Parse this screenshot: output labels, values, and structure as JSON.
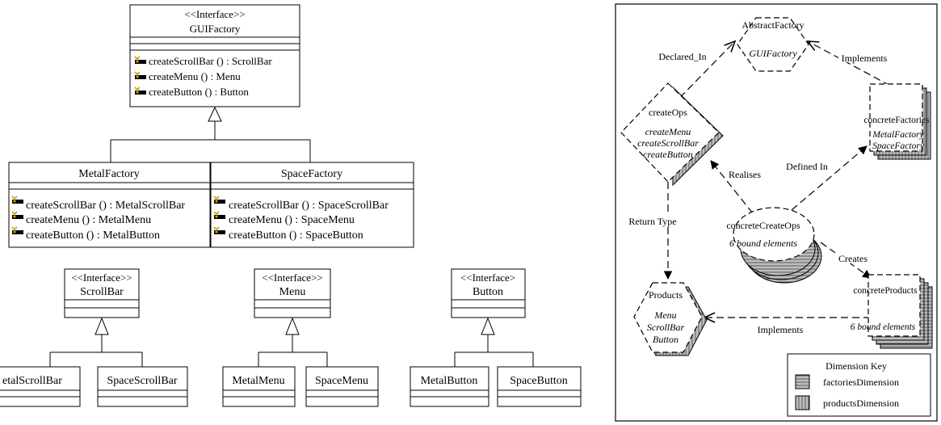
{
  "uml": {
    "gui_factory": {
      "stereotype": "<<Interface>>",
      "name": "GUIFactory",
      "ops": [
        "createScrollBar () : ScrollBar",
        "createMenu () : Menu",
        "createButton () : Button"
      ]
    },
    "metal_factory": {
      "name": "MetalFactory",
      "ops": [
        "createScrollBar () : MetalScrollBar",
        "createMenu () : MetalMenu",
        "createButton () : MetalButton"
      ]
    },
    "space_factory": {
      "name": "SpaceFactory",
      "ops": [
        "createScrollBar () : SpaceScrollBar",
        "createMenu () : SpaceMenu",
        "createButton () : SpaceButton"
      ]
    },
    "scrollbar_iface": {
      "stereotype": "<<Interface>>",
      "name": "ScrollBar"
    },
    "menu_iface": {
      "stereotype": "<<Interface>>",
      "name": "Menu"
    },
    "button_iface": {
      "stereotype": "<<Interface>",
      "name": "Button"
    },
    "metal_scrollbar": {
      "name": "etalScrollBar"
    },
    "space_scrollbar": {
      "name": "SpaceScrollBar"
    },
    "metal_menu": {
      "name": "MetalMenu"
    },
    "space_menu": {
      "name": "SpaceMenu"
    },
    "metal_button": {
      "name": "MetalButton"
    },
    "space_button": {
      "name": "SpaceButton"
    }
  },
  "abstract": {
    "abstract_factory": {
      "label": "AbstractFactory",
      "value": "GUIFactory"
    },
    "create_ops": {
      "label": "createOps",
      "values": [
        "createMenu",
        "createScrollBar",
        "createButton"
      ]
    },
    "concrete_factories": {
      "label": "concreteFactories",
      "values": [
        "MetalFactory",
        "SpaceFactory"
      ]
    },
    "concrete_create_ops": {
      "label": "concreteCreateOps",
      "value": "6 bound elements"
    },
    "products": {
      "label": "Products",
      "values": [
        "Menu",
        "ScrollBar",
        "Button"
      ]
    },
    "concrete_products": {
      "label": "concreteProducts",
      "value": "6 bound elements"
    },
    "edges": {
      "declared_in": "Declared_In",
      "implements_top": "Implements",
      "realises": "Realises",
      "defined_in": "Defined In",
      "return_type": "Return Type",
      "creates": "Creates",
      "implements_bottom": "Implements"
    },
    "key": {
      "title": "Dimension Key",
      "items": [
        "factoriesDimension",
        "productsDimension"
      ]
    }
  }
}
